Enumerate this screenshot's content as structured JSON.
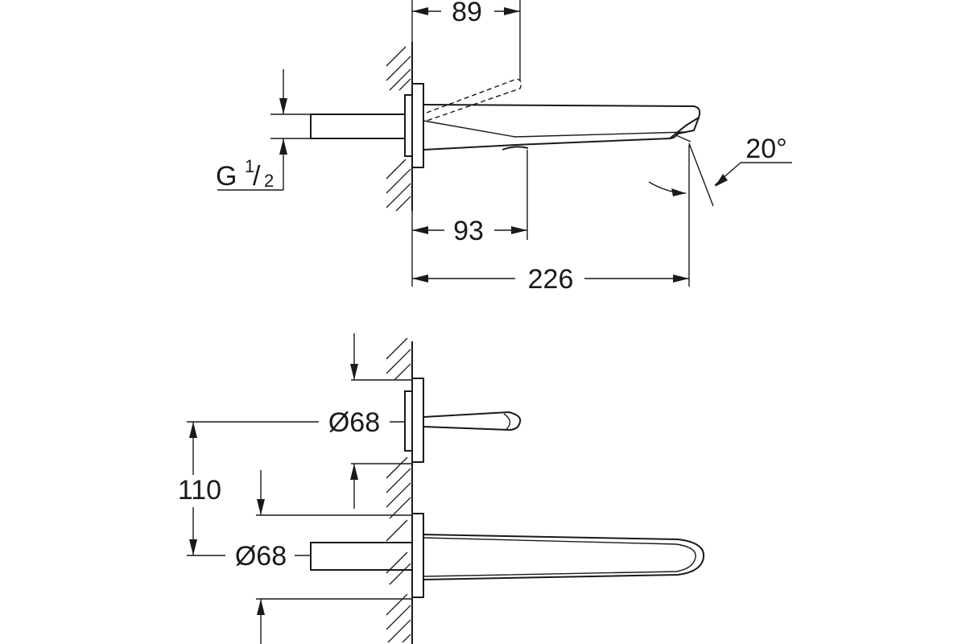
{
  "side_view": {
    "dim_top": "89",
    "dim_mid": "93",
    "dim_total": "226",
    "angle": "20°",
    "thread_main": "G",
    "thread_num": "1",
    "thread_den": "2"
  },
  "front_view": {
    "upper_diameter": "Ø68",
    "lower_diameter": "Ø68",
    "center_distance": "110"
  }
}
